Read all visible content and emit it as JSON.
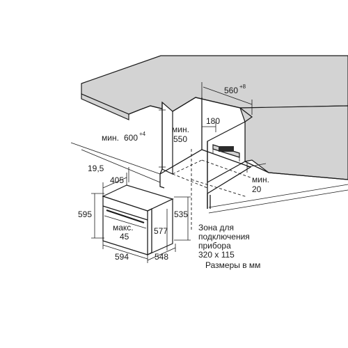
{
  "diagram": {
    "labels": {
      "depth_top": "560",
      "depth_top_sup": "+8",
      "min_label_1": "мин.",
      "height_min": "600",
      "height_min_sup": "+4",
      "min_label_2": "мин.",
      "depth_min": "550",
      "gap_180": "180",
      "dim_19_5": "19,5",
      "dim_405": "405",
      "min_label_3": "мин.",
      "gap_min_20": "20",
      "dim_595": "595",
      "dim_535": "535",
      "max_label": "макс.",
      "dim_45": "45",
      "dim_577": "577",
      "dim_594": "594",
      "dim_548": "548",
      "zone_line1": "Зона для",
      "zone_line2": "подключения",
      "zone_line3": "прибора",
      "zone_line4": "320 x 115",
      "units_note": "Размеры в мм"
    }
  }
}
